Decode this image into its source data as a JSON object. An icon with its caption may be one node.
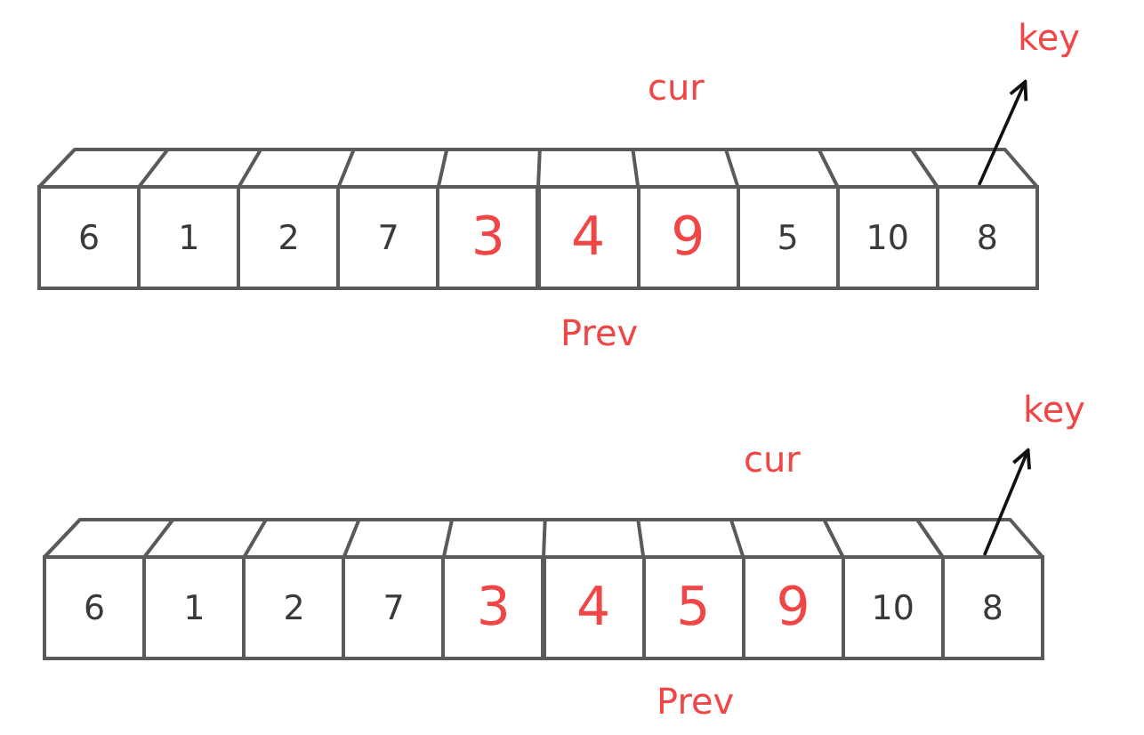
{
  "diagram": {
    "nodes": [
      {
        "text": [
          "key"
        ]
      },
      {
        "text": [
          "6"
        ]
      },
      {
        "text": [
          "1"
        ]
      },
      {
        "text": [
          "2"
        ]
      },
      {
        "text": [
          "7"
        ]
      },
      {
        "text": [
          "3"
        ]
      },
      {
        "text": [
          "4"
        ]
      },
      {
        "text": [
          "9"
        ]
      },
      {
        "text": [
          "5"
        ]
      },
      {
        "text": [
          "10"
        ]
      },
      {
        "text": [
          "8"
        ]
      },
      {
        "text": [
          "key"
        ]
      },
      {
        "text": [
          "6"
        ]
      },
      {
        "text": [
          "1"
        ]
      },
      {
        "text": [
          "2"
        ]
      },
      {
        "text": [
          "7"
        ]
      },
      {
        "text": [
          "3"
        ]
      },
      {
        "text": [
          "4"
        ]
      },
      {
        "text": [
          "5"
        ]
      },
      {
        "text": [
          "9"
        ]
      },
      {
        "text": [
          "10"
        ]
      },
      {
        "text": [
          "8"
        ]
      }
    ],
    "edges": [
      {
        "from": 10,
        "to": 0,
        "arrow": "to"
      },
      {
        "from": 21,
        "to": 11,
        "arrow": "to"
      }
    ],
    "labels": [
      "cur",
      "Prev",
      "cur",
      "Prev"
    ]
  }
}
